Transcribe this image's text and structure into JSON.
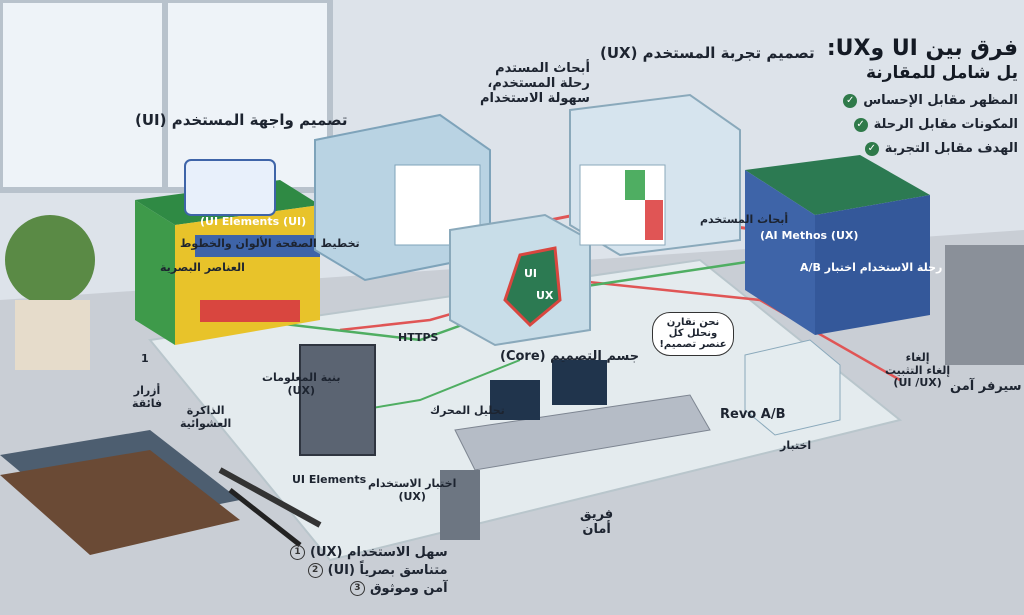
{
  "title": {
    "line1": "فرق بين UI وUX:",
    "line2": "يل شامل للمقارنة",
    "items": [
      "المظهر مقابل الإحساس",
      "المكونات مقابل الرحلة",
      "الهدف مقابل التجربة"
    ]
  },
  "labels": {
    "ui_design": "تصميم واجهة المستخدم (UI)",
    "ux_design": "تصميم تجربة المستخدم (UX)",
    "ux_research": "أبحاث المستدم\nرحلة المستخدم،\nسهولة الاستخدام",
    "ui_elements_box": "(UI) UI Elements)",
    "ui_layout": "تخطيط الصفحة الألوان والخطوط",
    "ui_visual": "العناصر البصرية",
    "ux_ai": "(UX) AI Methos)",
    "ux_research2": "أبحاث المستخدم",
    "ux_journey": "رحلة الاستخدام  اختبار A/B",
    "https": "HTTPS",
    "core": "جسم التصميم (Core)",
    "engine": "تحليل المحرك",
    "info_arch": "بنية المعلومات\n(UX)",
    "buttons": "أزرار\nفائقة",
    "memory": "الذاكرة\nالعشوائية",
    "ui_elements_floor": "UI Elements",
    "usability_test": "اختبار الاستخدام\n(UX)",
    "revo": "Revo A/B",
    "ab_test": "اختبار",
    "cancel_install": "إلغاء\nإلغاء التثبيت\n(UI /UX)",
    "secure_server": "سيرفر آمن",
    "team": "فريق\nأمان",
    "bubble": "نحن نقارن\nونحلل كل\nعنصر تصميم!",
    "shield_ui": "UI",
    "shield_ux": "UX",
    "one": "1"
  },
  "bullets": [
    "سهل الاستخدام (UX)",
    "متناسق بصرياً (UI)",
    "آمن وموثوق"
  ],
  "bullet_nums": [
    "1",
    "2",
    "3"
  ],
  "colors": {
    "ui_green": "#3e9a4a",
    "ui_yellow": "#e8c32a",
    "ux_blue": "#3e64a8",
    "ux_green": "#2c7a52",
    "red_line": "#e05555",
    "green_line": "#4fae62"
  }
}
